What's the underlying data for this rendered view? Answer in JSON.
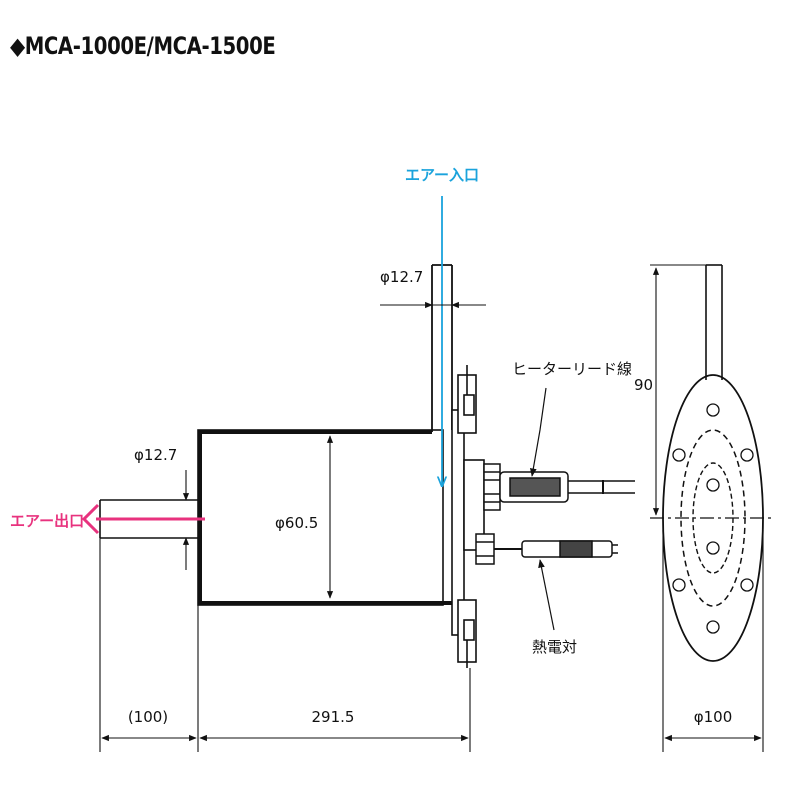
{
  "title": "◆MCA-1000E/MCA-1500E",
  "labels": {
    "air_inlet": "エアー入口",
    "air_outlet": "エアー出口",
    "heater_lead": "ヒーターリード線",
    "thermocouple": "熱電対"
  },
  "dimensions": {
    "inlet_pipe_diameter": "φ12.7",
    "outlet_pipe_diameter": "φ12.7",
    "body_diameter": "φ60.5",
    "outlet_length": "(100)",
    "body_length": "291.5",
    "flange_height": "90",
    "flange_diameter": "φ100"
  },
  "colors": {
    "line": "#111111",
    "inlet": "#1aa3dc",
    "outlet": "#e8327e"
  },
  "icons": {
    "title_marker": "diamond-icon"
  }
}
